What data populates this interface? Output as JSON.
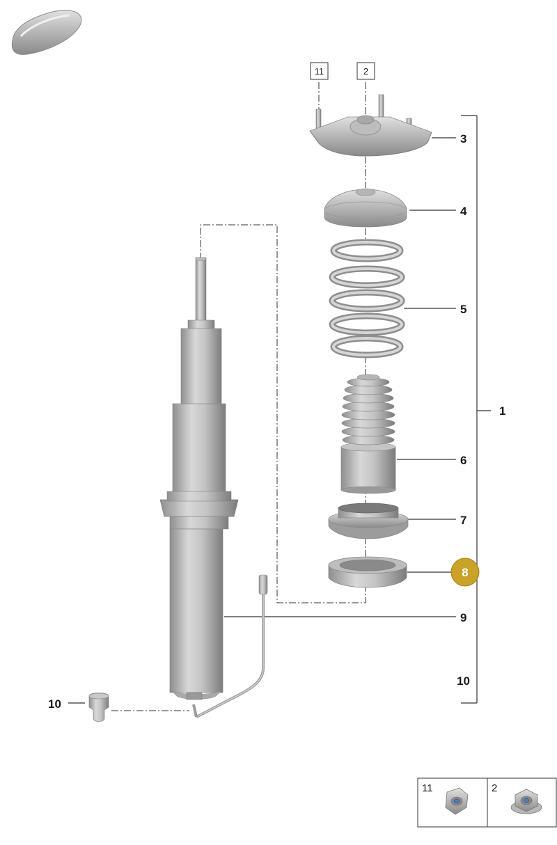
{
  "callouts": {
    "c1": "1",
    "c2": "2",
    "c3": "3",
    "c4": "4",
    "c5": "5",
    "c6": "6",
    "c7": "7",
    "c8": "8",
    "c9": "9",
    "c10_right": "10",
    "c10_left": "10",
    "c11": "11"
  },
  "legend": {
    "item_11": "11",
    "item_2": "2"
  },
  "colors": {
    "highlight": "#c9a227",
    "part_fill": "#c8c8c8",
    "part_dark": "#9a9a9a",
    "line": "#333333"
  },
  "icons": {
    "vehicle": "car-silhouette-icon",
    "nut_11": "hex-nut-icon",
    "nut_2": "flange-nut-icon"
  }
}
